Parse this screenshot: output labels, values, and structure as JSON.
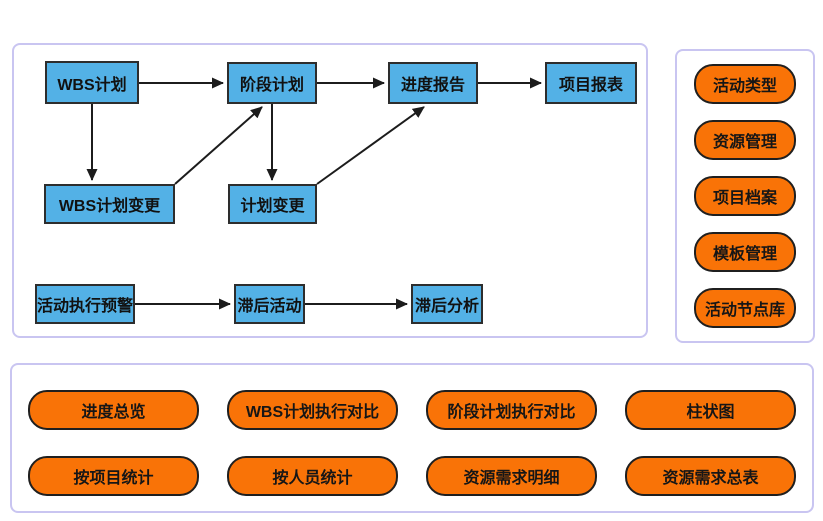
{
  "colors": {
    "node_fill": "#53b1e6",
    "node_border": "#2d2d2d",
    "pill_fill": "#f97307",
    "pill_border": "#1f1f1f",
    "panel_border": "#c9c5f1",
    "arrow": "#1c1c1c",
    "text": "#151515",
    "background": "#ffffff"
  },
  "flowchart": {
    "nodes": [
      {
        "id": "wbs-plan",
        "label": "WBS计划"
      },
      {
        "id": "stage-plan",
        "label": "阶段计划"
      },
      {
        "id": "progress-report",
        "label": "进度报告"
      },
      {
        "id": "project-report",
        "label": "项目报表"
      },
      {
        "id": "wbs-plan-change",
        "label": "WBS计划变更"
      },
      {
        "id": "plan-change",
        "label": "计划变更"
      },
      {
        "id": "activity-warning",
        "label": "活动执行预警"
      },
      {
        "id": "lag-activity",
        "label": "滞后活动"
      },
      {
        "id": "lag-analysis",
        "label": "滞后分析"
      }
    ],
    "edges": [
      {
        "from": "WBS计划",
        "to": "阶段计划"
      },
      {
        "from": "阶段计划",
        "to": "进度报告"
      },
      {
        "from": "进度报告",
        "to": "项目报表"
      },
      {
        "from": "WBS计划",
        "to": "WBS计划变更"
      },
      {
        "from": "阶段计划",
        "to": "计划变更"
      },
      {
        "from": "WBS计划变更",
        "to": "阶段计划"
      },
      {
        "from": "计划变更",
        "to": "进度报告"
      },
      {
        "from": "活动执行预警",
        "to": "滞后活动"
      },
      {
        "from": "滞后活动",
        "to": "滞后分析"
      }
    ]
  },
  "right_panel": {
    "items": [
      "活动类型",
      "资源管理",
      "项目档案",
      "模板管理",
      "活动节点库"
    ]
  },
  "bottom_panel": {
    "row1": [
      "进度总览",
      "WBS计划执行对比",
      "阶段计划执行对比",
      "柱状图"
    ],
    "row2": [
      "按项目统计",
      "按人员统计",
      "资源需求明细",
      "资源需求总表"
    ]
  }
}
